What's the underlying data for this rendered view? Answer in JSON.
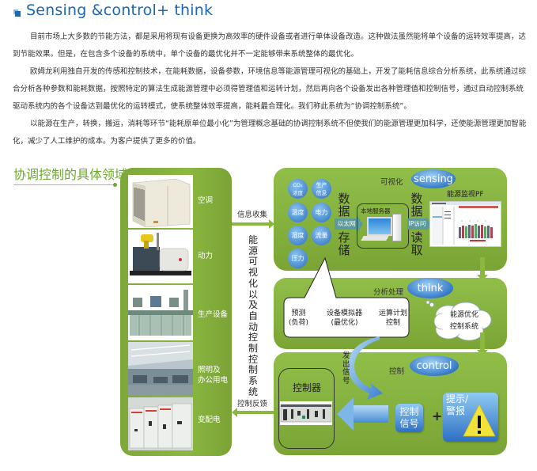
{
  "header": {
    "title": "Sensing &control+ think",
    "icon": "double-square-icon"
  },
  "paragraphs": [
    "目前市场上大多数的节能方法，都是采用将现有设备更换为高效率的硬件设备或者进行单体设备改造。这种做法虽然能将单个设备的运转效率提高，达到节能效果。但是，在包含多个设备的系统中，单个设备的最优化并不一定能够带来系统整体的最优化。",
    "欧姆龙利用独自开发的传感和控制技术，在能耗数据，设备参数，环境信息等能源管理可视化的基础上，开发了能耗信息综合分析系统，此系统通过综合分析各种参数和能耗数据，按照特定的算法生成能源管理中必须得管理值和运转计划，然后再向各个设备发出各种管理值和控制信号，通过自动控制系统驱动系统内的各个设备达到最优化的运转模式，使系统整体效率提高，能耗最合理化。我们称此系统为“协调控制系统”。",
    "以能源在生产，转换，搬运，消耗等环节“能耗原单位最小化”为管理概念基础的协调控制系统不但使我们的能源管理更加科学，还使能源管理更加智能化，减少了人工维护的成本。为客户提供了更多的价值。"
  ],
  "section": {
    "title": "协调控制的具体领域"
  },
  "devices": [
    {
      "label": "空调",
      "image": "air-conditioner-unit"
    },
    {
      "label": "动力",
      "image": "generator-set"
    },
    {
      "label": "生产设备",
      "image": "production-line"
    },
    {
      "label": "照明及\n办公用电",
      "image": "office-lighting"
    },
    {
      "label": "变配电",
      "image": "power-distribution-cabinets"
    }
  ],
  "center": {
    "info_collect": "信息收集",
    "control_feedback": "控制反馈",
    "vertical_title": "能源可视化以及自动控制控制系统"
  },
  "sensing_panel": {
    "tag": "sensing",
    "visualize_label": "可视化",
    "sensors": [
      "CO₂\n浓度",
      "生产\n信息",
      "温度",
      "电力",
      "湿度",
      "流量",
      "压力"
    ],
    "data_store": [
      "数",
      "据",
      "存",
      "储"
    ],
    "ethernet": "以太网",
    "server_label": "本地服务器",
    "data_read": [
      "数",
      "据",
      "读",
      "取"
    ],
    "ip_access": "IP访问",
    "monitor_label": "能源监视PF"
  },
  "think_panel": {
    "tag": "think",
    "analysis_label": "分析处理",
    "items": [
      "预测\n(负荷)",
      "设备模拟器\n(最优化)",
      "运算计划\n控制"
    ],
    "cloud_text": "能源优化\n控制系统"
  },
  "control_panel": {
    "tag": "control",
    "control_label": "控制",
    "send_signal": "发出信号",
    "controller_label": "控制器",
    "signal_box": "控制\n信号",
    "plus": "+",
    "alert_box": "提示/\n警报"
  },
  "colors": {
    "brand_blue": "#1a67b3",
    "green": "#8ab840",
    "section_green": "#6aaa2a",
    "bubble_blue": "#2e74c4",
    "warning_yellow": "#f2e33a"
  }
}
